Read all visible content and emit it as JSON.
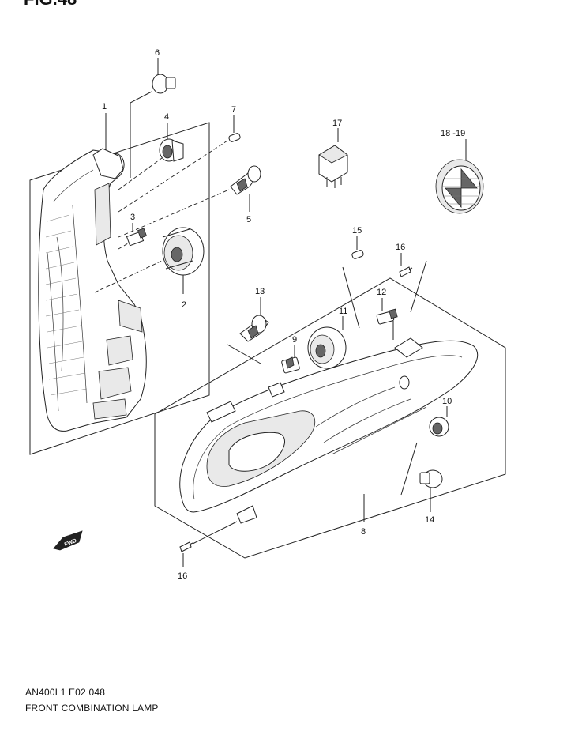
{
  "figure_number": "FIG.48",
  "footer": {
    "model_code": "AN400L1 E02  048",
    "section_title": "FRONT COMBINATION LAMP"
  },
  "direction_marker": "FWD",
  "callouts": {
    "c1": "1",
    "c2": "2",
    "c3": "3",
    "c4": "4",
    "c5": "5",
    "c6": "6",
    "c7": "7",
    "c8": "8",
    "c9": "9",
    "c10": "10",
    "c11": "11",
    "c12": "12",
    "c13": "13",
    "c14": "14",
    "c15": "15",
    "c16a": "16",
    "c16b": "16",
    "c17": "17",
    "c18": "18 -19"
  }
}
